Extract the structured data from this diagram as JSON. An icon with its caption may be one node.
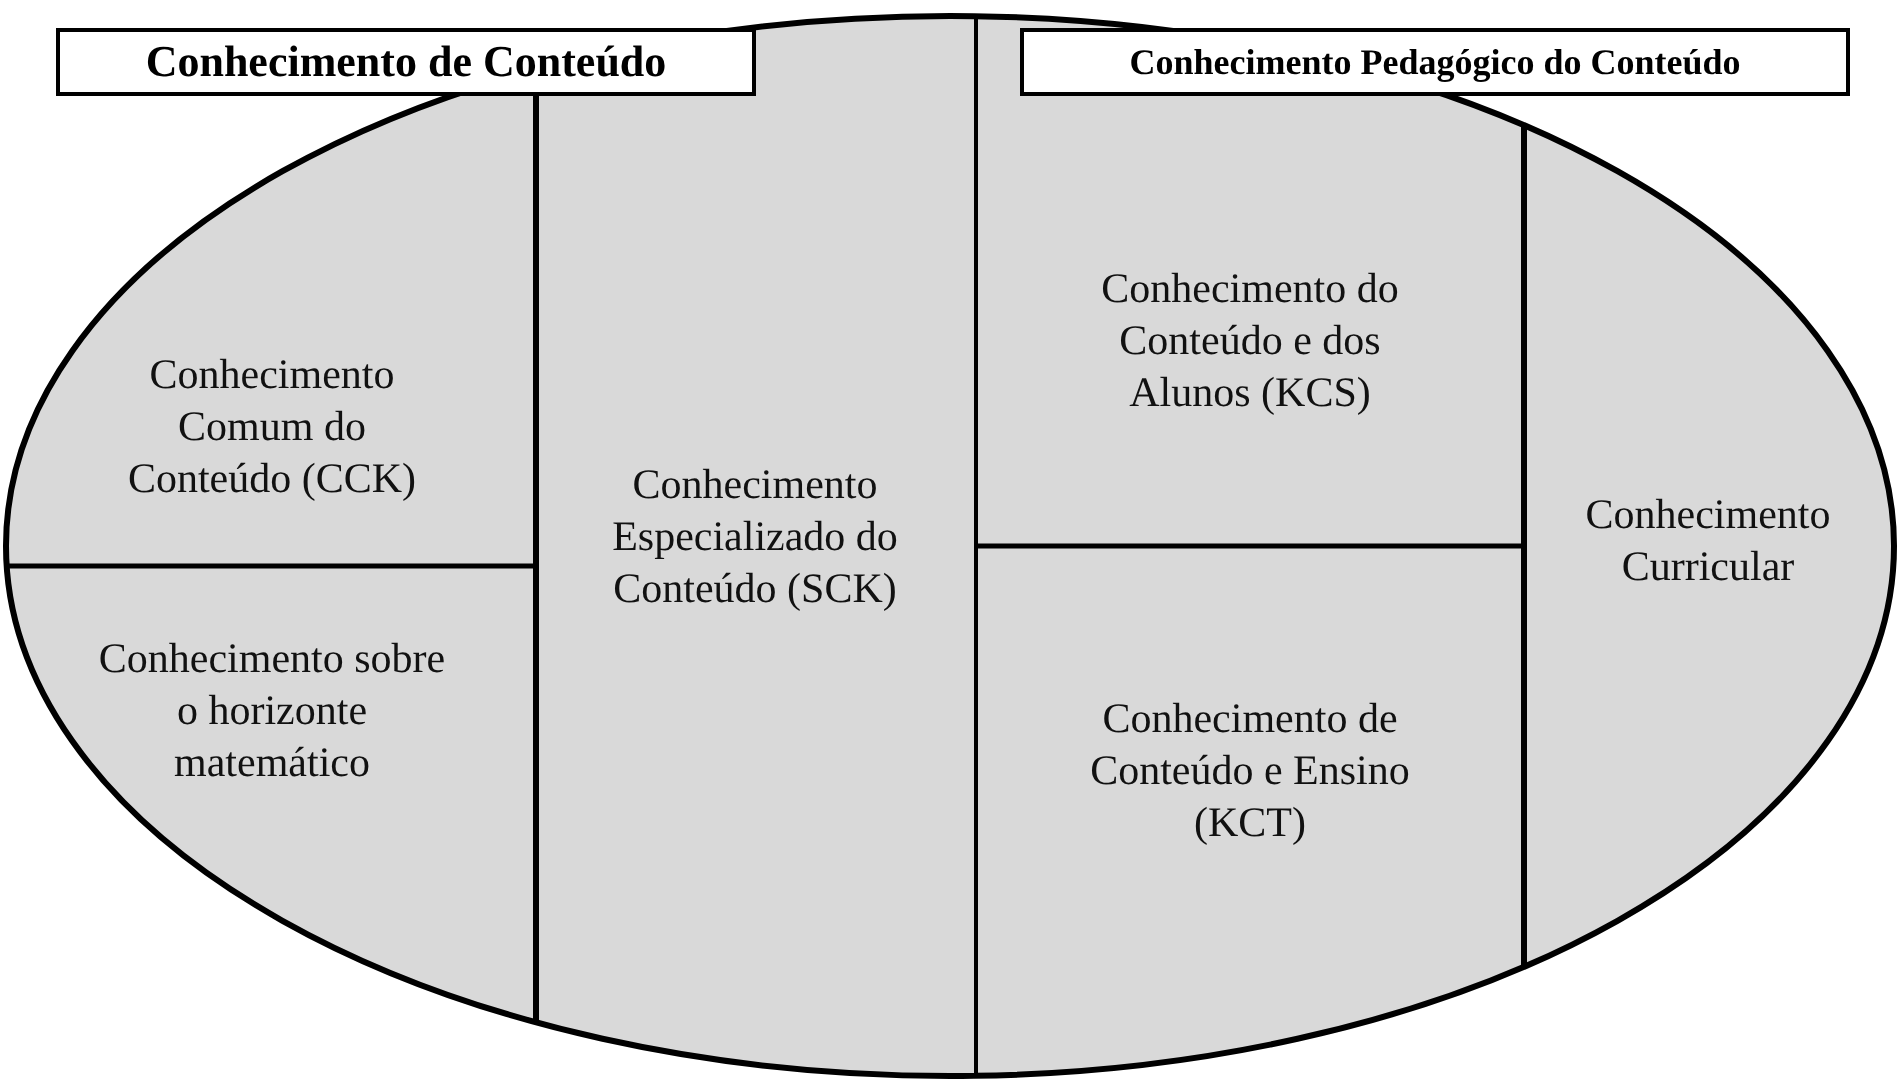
{
  "diagram": {
    "nodes": [
      {
        "text": [
          "Conhecimento de Conteúdo"
        ]
      },
      {
        "text": [
          "Conhecimento Comum do Conteúdo (CCK)"
        ],
        "in": 0
      },
      {
        "text": [
          "Conhecimento sobre o horizonte matemático"
        ],
        "in": 0
      },
      {
        "text": [
          "Conhecimento Especializado do Conteúdo (SCK)"
        ],
        "in": 0
      },
      {
        "text": [
          "Conhecimento Pedagógico do Conteúdo"
        ]
      },
      {
        "text": [
          "Conhecimento do Conteúdo e dos Alunos (KCS)"
        ],
        "in": 4
      },
      {
        "text": [
          "Conhecimento de Conteúdo e Ensino (KCT)"
        ],
        "in": 4
      },
      {
        "text": [
          "Conhecimento Curricular"
        ],
        "in": 4
      }
    ],
    "edges": []
  }
}
